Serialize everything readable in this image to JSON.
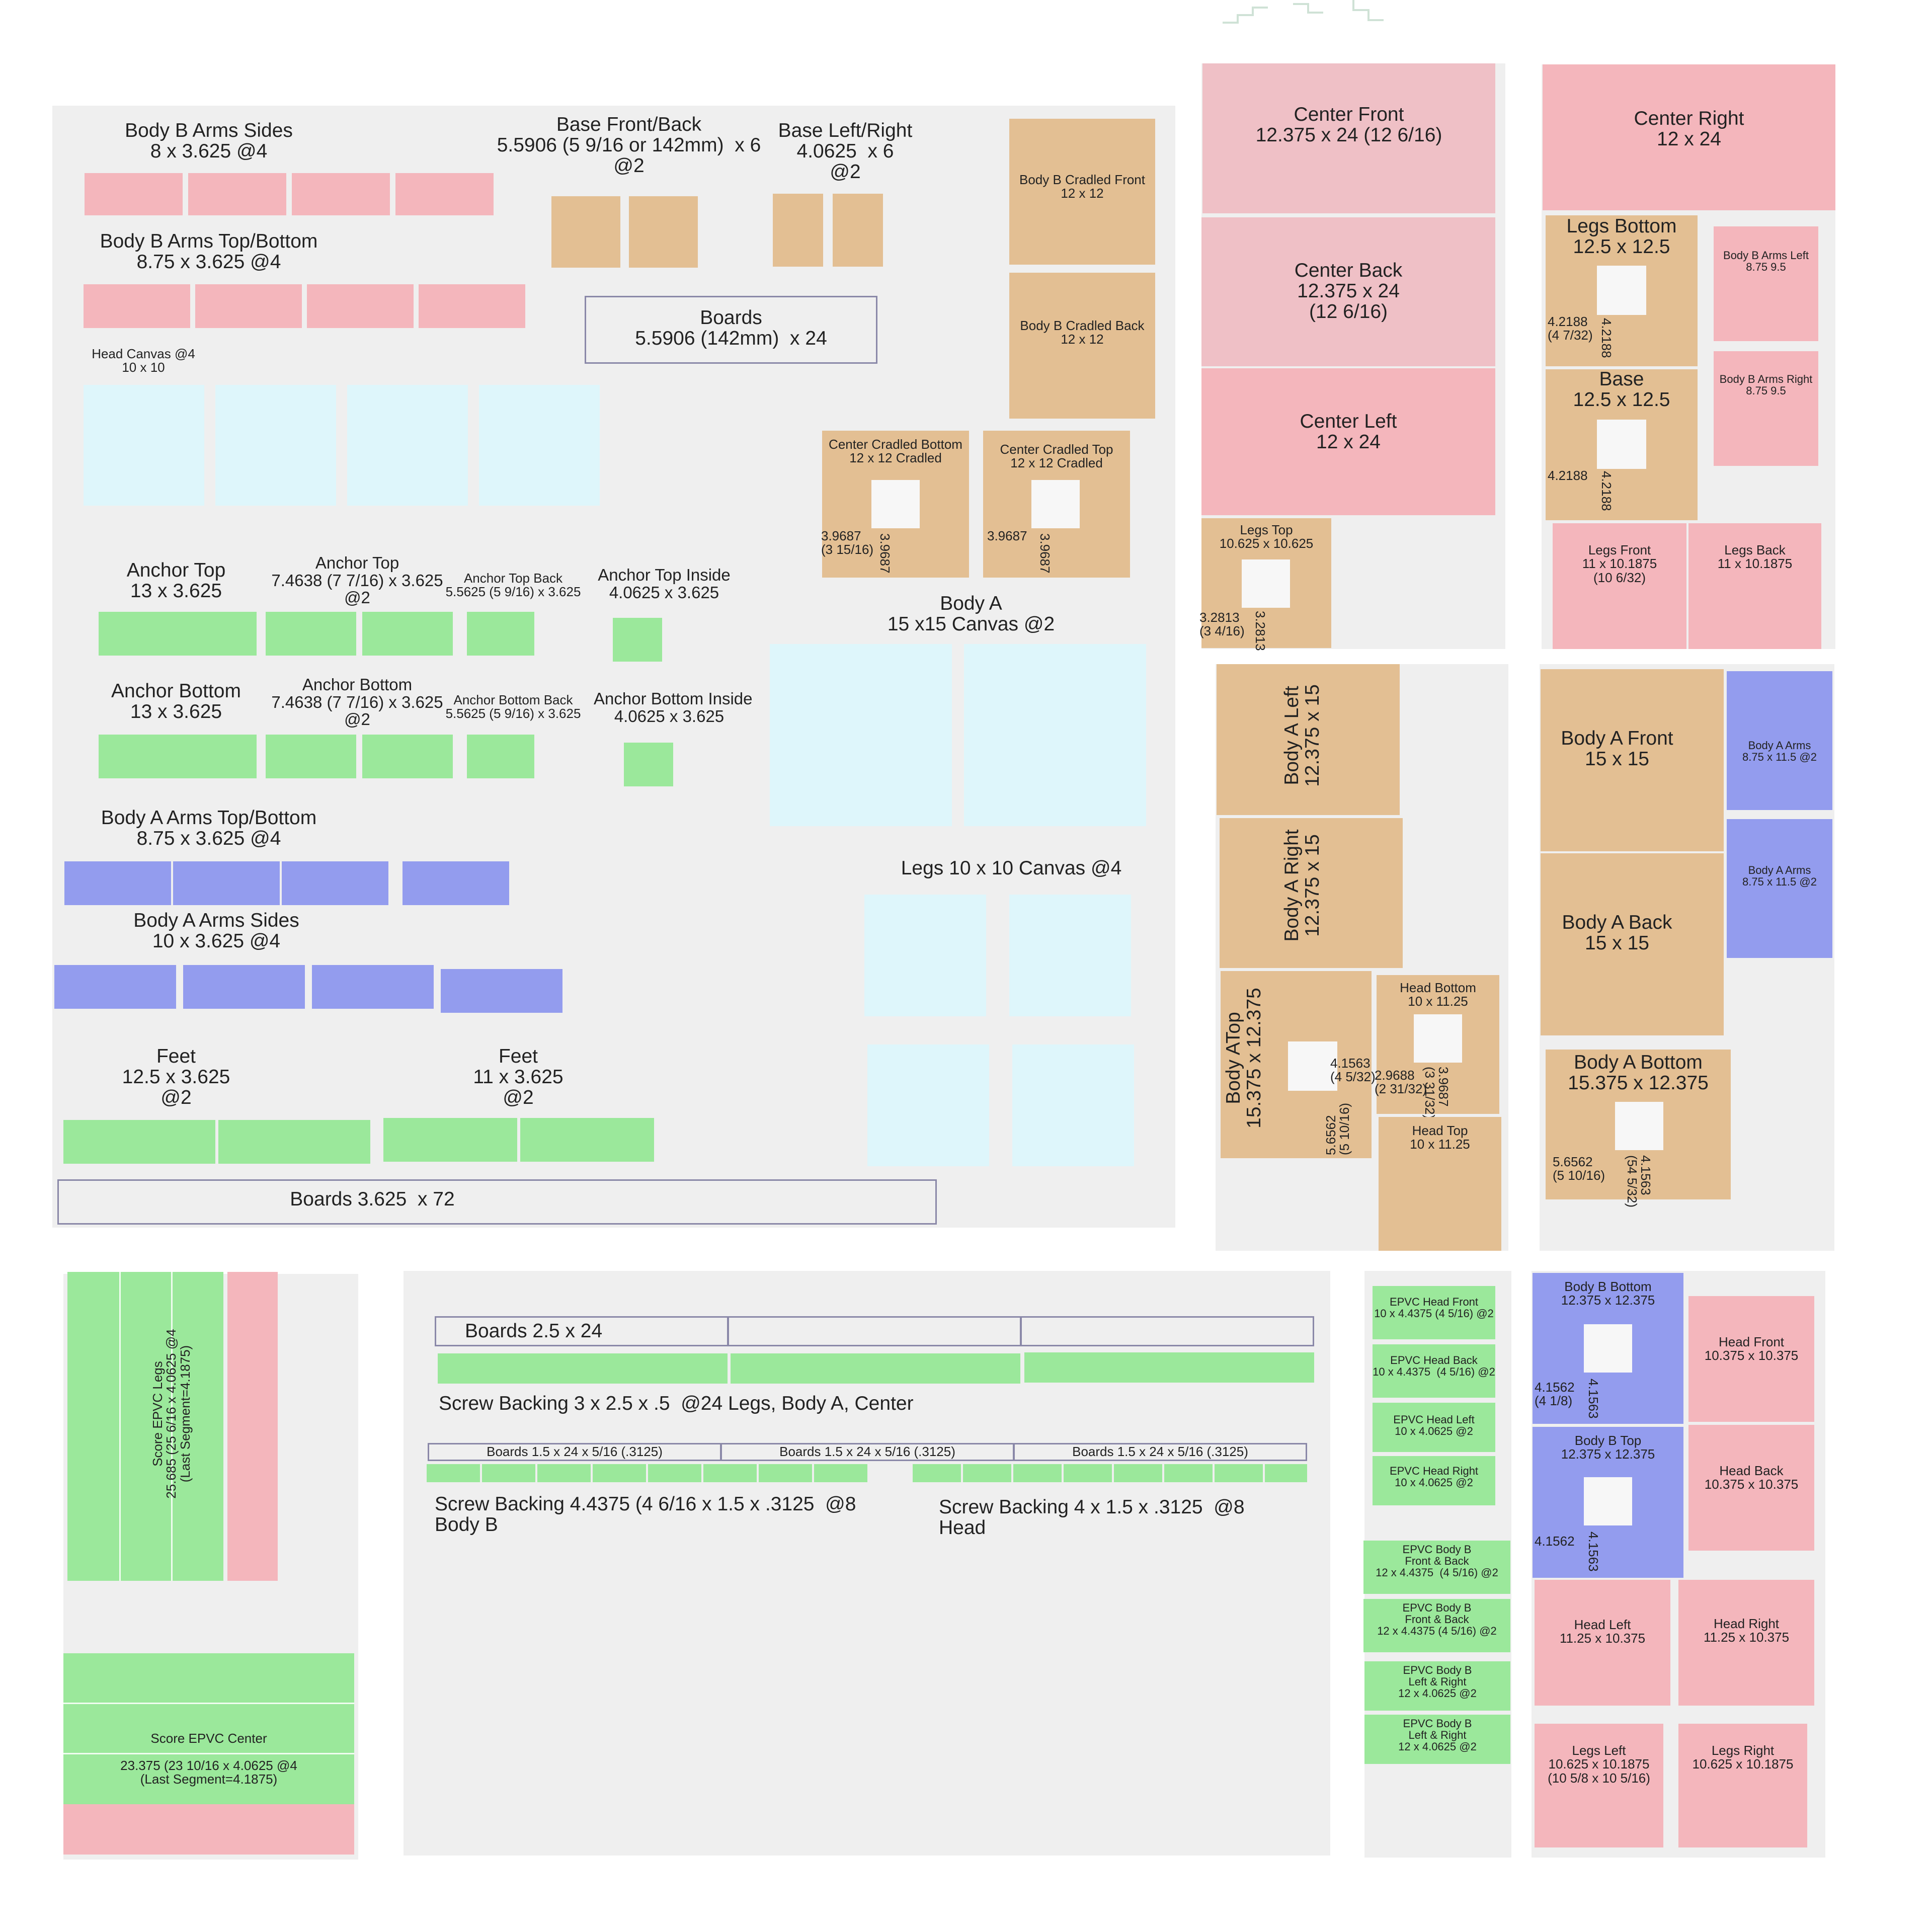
{
  "colors": {
    "panel": "#efefef",
    "pink": "#f4b6bc",
    "rose": "#efc0c6",
    "tan": "#e3bf93",
    "green": "#9be89b",
    "blue": "#939cee",
    "sky": "#def6fb",
    "frame": "#8a88a8"
  },
  "main": {
    "body_b_arms_sides": "Body B Arms Sides\n8 x 3.625 @4",
    "body_b_arms_tb": "Body B Arms Top/Bottom\n8.75 x 3.625 @4",
    "base_front_back": "Base Front/Back\n5.5906 (5 9/16 or 142mm)  x 6\n@2",
    "base_left_right": "Base Left/Right\n4.0625  x 6\n@2",
    "boards_5": "Boards\n5.5906 (142mm)  x 24",
    "head_canvas": "Head Canvas @4\n10 x 10",
    "body_b_cradled_front": "Body B Cradled Front\n12 x 12",
    "body_b_cradled_back": "Body B Cradled Back\n12 x 12",
    "center_cradled_bottom": "Center Cradled Bottom\n12 x 12 Cradled",
    "center_cradled_top": "Center Cradled Top\n12 x 12 Cradled",
    "ccb_dim_h": "3.9687\n(3 15/16)",
    "ccb_dim_v": "3.9687",
    "cct_dim_h": "3.9687",
    "cct_dim_v": "3.9687",
    "anchor_top": "Anchor Top\n13 x 3.625",
    "anchor_top_2": "Anchor Top\n7.4638 (7 7/16) x 3.625\n@2",
    "anchor_top_back": "Anchor Top Back\n5.5625 (5 9/16) x 3.625",
    "anchor_top_inside": "Anchor Top Inside\n4.0625 x 3.625",
    "anchor_bottom": "Anchor Bottom\n13 x 3.625",
    "anchor_bottom_2": "Anchor Bottom\n7.4638 (7 7/16) x 3.625\n@2",
    "anchor_bottom_back": "Anchor Bottom Back\n5.5625 (5 9/16) x 3.625",
    "anchor_bottom_inside": "Anchor Bottom Inside\n4.0625 x 3.625",
    "body_a_canvas": "Body A\n15 x15 Canvas @2",
    "body_a_arms_tb": "Body A Arms Top/Bottom\n8.75 x 3.625 @4",
    "body_a_arms_sides": "Body A Arms Sides\n10 x 3.625 @4",
    "legs_canvas": "Legs 10 x 10 Canvas @4",
    "feet_1": "Feet\n12.5 x 3.625\n@2",
    "feet_2": "Feet\n11 x 3.625\n@2",
    "boards_3": "Boards 3.625  x 72"
  },
  "center": {
    "center_front": "Center Front\n12.375 x 24 (12 6/16)",
    "center_back": "Center Back\n12.375 x 24\n(12 6/16)",
    "center_left": "Center Left\n12 x 24",
    "legs_top": "Legs Top\n10.625 x 10.625",
    "legs_top_dim_h": "3.2813\n(3 4/16)",
    "legs_top_dim_v": "3.2813"
  },
  "right_top": {
    "center_right": "Center Right\n12 x 24",
    "legs_bottom": "Legs Bottom\n12.5 x 12.5",
    "legs_bottom_dim_h": "4.2188\n(4 7/32)",
    "legs_bottom_dim_v": "4.2188",
    "base": "Base\n12.5 x 12.5",
    "base_dim_h": "4.2188",
    "base_dim_v": "4.2188",
    "body_b_arms_left": "Body B Arms Left\n8.75 9.5",
    "body_b_arms_right": "Body B Arms Right\n8.75 9.5",
    "legs_front": "Legs Front\n11 x 10.1875\n(10 6/32)",
    "legs_back": "Legs Back\n11 x 10.1875"
  },
  "mid_panel": {
    "body_a_left": "Body A Left\n12.375 x 15",
    "body_a_right": "Body A Right\n12.375 x 15",
    "body_a_top": "Body ATop\n15.375 x 12.375",
    "bat_dim_h": "4.1563\n(4 5/32)",
    "bat_dim_v": "5.6562\n(5 10/16)",
    "head_bottom": "Head Bottom\n10 x 11.25",
    "hb_dim_h": "2.9688\n(2 31/32)",
    "hb_dim_v": "3.9687\n(3 31/32)",
    "head_top": "Head Top\n10 x 11.25"
  },
  "right_mid": {
    "body_a_front": "Body A Front\n15 x 15",
    "body_a_back": "Body A Back\n15 x 15",
    "body_a_arms_1": "Body A Arms\n8.75 x 11.5 @2",
    "body_a_arms_2": "Body A Arms\n8.75 x 11.5 @2",
    "body_a_bottom": "Body A Bottom\n15.375 x 12.375",
    "bab_dim_h": "5.6562\n(5 10/16)",
    "bab_dim_v": "4.1563\n(54 5/32)"
  },
  "bottom_left": {
    "score_legs": "Score EPVC Legs\n25.685 (25 6/16 x 4.0625 @4\n(Last Segment=4.1875)",
    "score_center_title": "Score EPVC Center",
    "score_center_detail": "23.375 (23 10/16 x 4.0625 @4\n(Last Segment=4.1875)"
  },
  "bottom_mid": {
    "boards_25": "Boards 2.5 x 24",
    "screw_backing_a": "Screw Backing 3 x 2.5 x .5  @24 Legs, Body A, Center",
    "boards_15_1": "Boards 1.5 x 24 x 5/16 (.3125)",
    "boards_15_2": "Boards 1.5 x 24 x 5/16 (.3125)",
    "boards_15_3": "Boards 1.5 x 24 x 5/16 (.3125)",
    "screw_backing_b": "Screw Backing 4.4375 (4 6/16 x 1.5 x .3125  @8\nBody B",
    "screw_backing_head": "Screw Backing 4 x 1.5 x .3125  @8\nHead"
  },
  "epvc": {
    "head_front": "EPVC Head Front\n10 x 4.4375 (4 5/16) @2",
    "head_back": "EPVC Head Back\n10 x 4.4375  (4 5/16) @2",
    "head_left": "EPVC Head Left\n10 x 4.0625 @2",
    "head_right": "EPVC Head Right\n10 x 4.0625 @2",
    "body_b_fb_1": "EPVC Body B\nFront & Back\n12 x 4.4375  (4 5/16) @2",
    "body_b_fb_2": "EPVC Body B\nFront & Back\n12 x 4.4375 (4 5/16) @2",
    "body_b_lr_1": "EPVC Body B\nLeft & Right\n12 x 4.0625 @2",
    "body_b_lr_2": "EPVC Body B\nLeft & Right\n12 x 4.0625 @2"
  },
  "bottom_right": {
    "body_b_bottom": "Body B Bottom\n12.375 x 12.375",
    "bbb_dim_h": "4.1562\n(4 1/8)",
    "bbb_dim_v": "4.1563",
    "body_b_top": "Body B Top\n12.375 x 12.375",
    "bbt_dim_h": "4.1562",
    "bbt_dim_v": "4.1563",
    "head_front": "Head Front\n10.375 x 10.375",
    "head_back": "Head Back\n10.375 x 10.375",
    "head_left": "Head Left\n11.25 x 10.375",
    "head_right": "Head Right\n11.25 x 10.375",
    "legs_left": "Legs Left\n10.625 x 10.1875\n(10 5/8 x 10 5/16)",
    "legs_right": "Legs Right\n10.625 x 10.1875"
  }
}
